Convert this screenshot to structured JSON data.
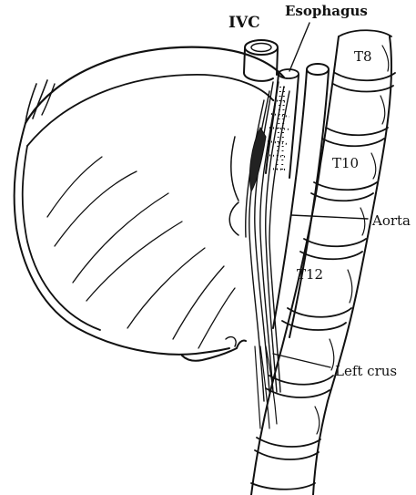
{
  "labels": {
    "ivc": "IVC",
    "esophagus": "Esophagus",
    "t8": "T8",
    "t10": "T10",
    "aorta": "Aorta",
    "t12": "T12",
    "left_crus": "Left crus"
  },
  "colors": {
    "ink": "#111111",
    "background": "#ffffff"
  }
}
